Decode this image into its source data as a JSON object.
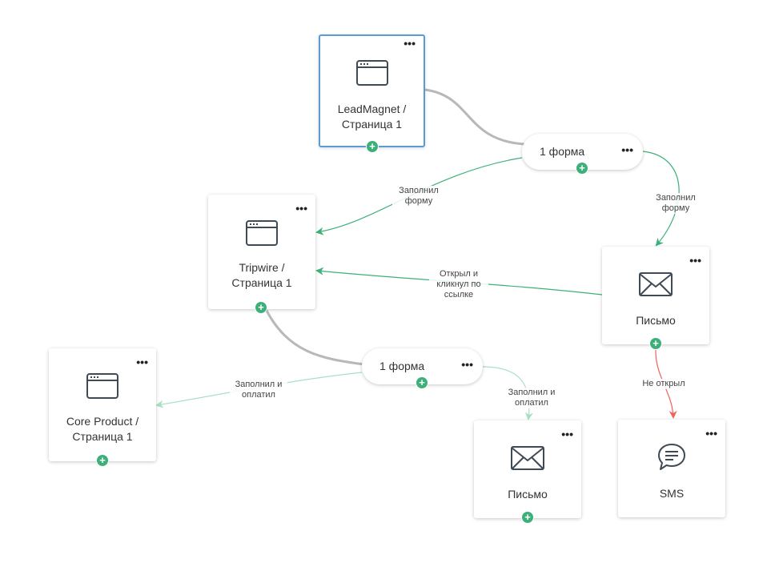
{
  "nodes": {
    "leadmagnet": {
      "title_line1": "LeadMagnet /",
      "title_line2": "Страница 1",
      "icon": "browser-window-icon",
      "menu": "•••"
    },
    "tripwire": {
      "title_line1": "Tripwire /",
      "title_line2": "Страница 1",
      "icon": "browser-window-icon",
      "menu": "•••"
    },
    "coreproduct": {
      "title_line1": "Core Product /",
      "title_line2": "Страница 1",
      "icon": "browser-window-icon",
      "menu": "•••"
    },
    "email1": {
      "title": "Письмо",
      "icon": "envelope-icon",
      "menu": "•••"
    },
    "email2": {
      "title": "Письмо",
      "icon": "envelope-icon",
      "menu": "•••"
    },
    "sms": {
      "title": "SMS",
      "icon": "chat-bubble-icon",
      "menu": "•••"
    }
  },
  "forms": {
    "form1": {
      "label": "1 форма",
      "menu": "•••"
    },
    "form2": {
      "label": "1 форма",
      "menu": "•••"
    }
  },
  "edge_labels": {
    "filled_form_left": "Заполнил\nформу",
    "filled_form_right": "Заполнил\nформу",
    "opened_clicked": "Открыл и\nкликнул по\nссылке",
    "filled_paid_left": "Заполнил и\nоплатил",
    "filled_paid_right": "Заполнил и\nоплатил",
    "not_opened": "Не открыл"
  },
  "add_symbol": "+",
  "colors": {
    "accent_green": "#3db07a",
    "light_green": "#a8e0c4",
    "red": "#f0625a",
    "gray_connector": "#b8b8b8",
    "selected_border": "#5b9bd5"
  }
}
